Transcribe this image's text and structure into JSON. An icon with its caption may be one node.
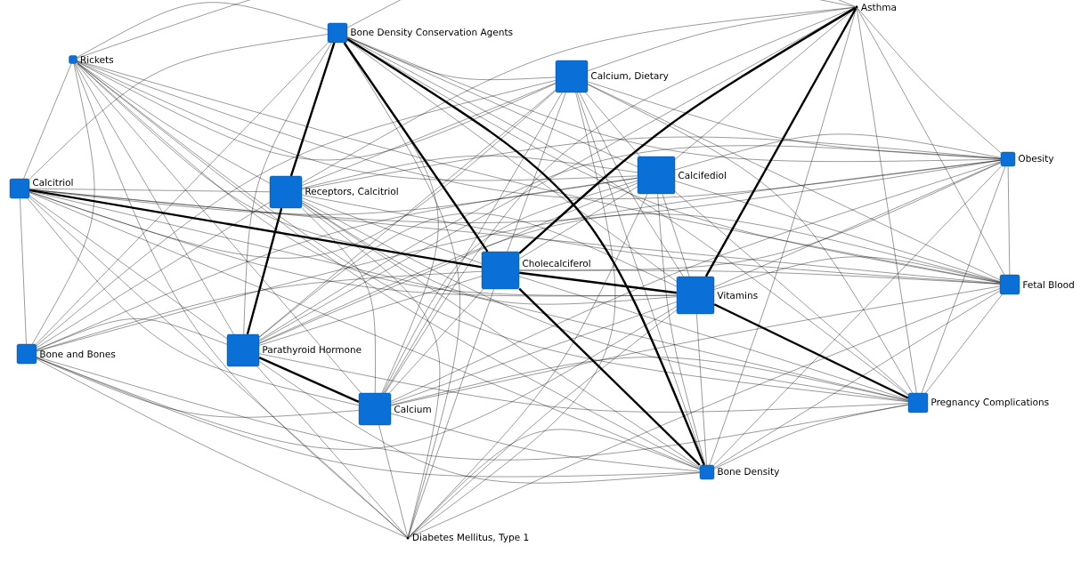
{
  "diagram": {
    "nodes": [
      {
        "text": [
          "Asthma"
        ]
      },
      {
        "text": [
          "Bone Density Conservation Agents"
        ]
      },
      {
        "text": [
          "Rickets"
        ]
      },
      {
        "text": [
          "Calcium, Dietary"
        ]
      },
      {
        "text": [
          "Obesity"
        ]
      },
      {
        "text": [
          "Calcifediol"
        ]
      },
      {
        "text": [
          "Calcitriol"
        ]
      },
      {
        "text": [
          "Receptors, Calcitriol"
        ]
      },
      {
        "text": [
          "Cholecalciferol"
        ]
      },
      {
        "text": [
          "Fetal Blood"
        ]
      },
      {
        "text": [
          "Vitamins"
        ]
      },
      {
        "text": [
          "Parathyroid Hormone"
        ]
      },
      {
        "text": [
          "Bone and Bones"
        ]
      },
      {
        "text": [
          "Pregnancy Complications"
        ]
      },
      {
        "text": [
          "Calcium"
        ]
      },
      {
        "text": [
          "Bone Density"
        ]
      },
      {
        "text": [
          "Diabetes Mellitus, Type 1"
        ]
      }
    ],
    "edges": [
      {
        "from": 0,
        "to": 1,
        "arrow": "none"
      },
      {
        "from": 0,
        "to": 2,
        "arrow": "none"
      },
      {
        "from": 0,
        "to": 3,
        "arrow": "none"
      },
      {
        "from": 0,
        "to": 4,
        "arrow": "none"
      },
      {
        "from": 0,
        "to": 5,
        "arrow": "none"
      },
      {
        "from": 0,
        "to": 7,
        "arrow": "none"
      },
      {
        "from": 0,
        "to": 8,
        "arrow": "none",
        "style": "thick"
      },
      {
        "from": 0,
        "to": 9,
        "arrow": "none"
      },
      {
        "from": 0,
        "to": 10,
        "arrow": "none",
        "style": "thick"
      },
      {
        "from": 0,
        "to": 11,
        "arrow": "none"
      },
      {
        "from": 0,
        "to": 13,
        "arrow": "none"
      },
      {
        "from": 0,
        "to": 14,
        "arrow": "none"
      },
      {
        "from": 0,
        "to": 15,
        "arrow": "none"
      },
      {
        "from": 1,
        "to": 2,
        "arrow": "none"
      },
      {
        "from": 1,
        "to": 3,
        "arrow": "none"
      },
      {
        "from": 1,
        "to": 4,
        "arrow": "none"
      },
      {
        "from": 1,
        "to": 5,
        "arrow": "none"
      },
      {
        "from": 1,
        "to": 6,
        "arrow": "none"
      },
      {
        "from": 1,
        "to": 7,
        "arrow": "none",
        "style": "thick"
      },
      {
        "from": 1,
        "to": 8,
        "arrow": "none",
        "style": "thick"
      },
      {
        "from": 1,
        "to": 9,
        "arrow": "none"
      },
      {
        "from": 1,
        "to": 10,
        "arrow": "none"
      },
      {
        "from": 1,
        "to": 11,
        "arrow": "none"
      },
      {
        "from": 1,
        "to": 12,
        "arrow": "none"
      },
      {
        "from": 1,
        "to": 13,
        "arrow": "none"
      },
      {
        "from": 1,
        "to": 14,
        "arrow": "none"
      },
      {
        "from": 1,
        "to": 15,
        "arrow": "none",
        "style": "thick"
      },
      {
        "from": 1,
        "to": 16,
        "arrow": "none"
      },
      {
        "from": 2,
        "to": 3,
        "arrow": "none"
      },
      {
        "from": 2,
        "to": 4,
        "arrow": "none"
      },
      {
        "from": 2,
        "to": 5,
        "arrow": "none"
      },
      {
        "from": 2,
        "to": 6,
        "arrow": "none"
      },
      {
        "from": 2,
        "to": 7,
        "arrow": "none"
      },
      {
        "from": 2,
        "to": 8,
        "arrow": "none"
      },
      {
        "from": 2,
        "to": 9,
        "arrow": "none"
      },
      {
        "from": 2,
        "to": 10,
        "arrow": "none"
      },
      {
        "from": 2,
        "to": 11,
        "arrow": "none"
      },
      {
        "from": 2,
        "to": 12,
        "arrow": "none"
      },
      {
        "from": 2,
        "to": 13,
        "arrow": "none"
      },
      {
        "from": 2,
        "to": 14,
        "arrow": "none"
      },
      {
        "from": 2,
        "to": 15,
        "arrow": "none"
      },
      {
        "from": 2,
        "to": 16,
        "arrow": "none"
      },
      {
        "from": 3,
        "to": 4,
        "arrow": "none"
      },
      {
        "from": 3,
        "to": 5,
        "arrow": "none"
      },
      {
        "from": 3,
        "to": 6,
        "arrow": "none"
      },
      {
        "from": 3,
        "to": 7,
        "arrow": "none"
      },
      {
        "from": 3,
        "to": 8,
        "arrow": "none"
      },
      {
        "from": 3,
        "to": 9,
        "arrow": "none"
      },
      {
        "from": 3,
        "to": 10,
        "arrow": "none"
      },
      {
        "from": 3,
        "to": 11,
        "arrow": "none"
      },
      {
        "from": 3,
        "to": 12,
        "arrow": "none"
      },
      {
        "from": 3,
        "to": 13,
        "arrow": "none"
      },
      {
        "from": 3,
        "to": 14,
        "arrow": "none"
      },
      {
        "from": 3,
        "to": 15,
        "arrow": "none"
      },
      {
        "from": 3,
        "to": 16,
        "arrow": "none"
      },
      {
        "from": 4,
        "to": 5,
        "arrow": "none"
      },
      {
        "from": 4,
        "to": 6,
        "arrow": "none"
      },
      {
        "from": 4,
        "to": 7,
        "arrow": "none"
      },
      {
        "from": 4,
        "to": 8,
        "arrow": "none"
      },
      {
        "from": 4,
        "to": 9,
        "arrow": "none"
      },
      {
        "from": 4,
        "to": 10,
        "arrow": "none"
      },
      {
        "from": 4,
        "to": 11,
        "arrow": "none"
      },
      {
        "from": 4,
        "to": 12,
        "arrow": "none"
      },
      {
        "from": 4,
        "to": 13,
        "arrow": "none"
      },
      {
        "from": 4,
        "to": 14,
        "arrow": "none"
      },
      {
        "from": 4,
        "to": 15,
        "arrow": "none"
      },
      {
        "from": 5,
        "to": 6,
        "arrow": "none"
      },
      {
        "from": 5,
        "to": 7,
        "arrow": "none"
      },
      {
        "from": 5,
        "to": 8,
        "arrow": "none"
      },
      {
        "from": 5,
        "to": 9,
        "arrow": "none"
      },
      {
        "from": 5,
        "to": 10,
        "arrow": "none"
      },
      {
        "from": 5,
        "to": 11,
        "arrow": "none"
      },
      {
        "from": 5,
        "to": 12,
        "arrow": "none"
      },
      {
        "from": 5,
        "to": 13,
        "arrow": "none"
      },
      {
        "from": 5,
        "to": 14,
        "arrow": "none"
      },
      {
        "from": 5,
        "to": 15,
        "arrow": "none"
      },
      {
        "from": 5,
        "to": 16,
        "arrow": "none"
      },
      {
        "from": 6,
        "to": 7,
        "arrow": "none"
      },
      {
        "from": 6,
        "to": 8,
        "arrow": "none",
        "style": "thick"
      },
      {
        "from": 6,
        "to": 9,
        "arrow": "none"
      },
      {
        "from": 6,
        "to": 10,
        "arrow": "none"
      },
      {
        "from": 6,
        "to": 11,
        "arrow": "none"
      },
      {
        "from": 6,
        "to": 12,
        "arrow": "none"
      },
      {
        "from": 6,
        "to": 13,
        "arrow": "none"
      },
      {
        "from": 6,
        "to": 14,
        "arrow": "none"
      },
      {
        "from": 6,
        "to": 15,
        "arrow": "none"
      },
      {
        "from": 6,
        "to": 16,
        "arrow": "none"
      },
      {
        "from": 7,
        "to": 8,
        "arrow": "none"
      },
      {
        "from": 7,
        "to": 9,
        "arrow": "none"
      },
      {
        "from": 7,
        "to": 10,
        "arrow": "none"
      },
      {
        "from": 7,
        "to": 11,
        "arrow": "none",
        "style": "thick"
      },
      {
        "from": 7,
        "to": 12,
        "arrow": "none"
      },
      {
        "from": 7,
        "to": 13,
        "arrow": "none"
      },
      {
        "from": 7,
        "to": 14,
        "arrow": "none"
      },
      {
        "from": 7,
        "to": 15,
        "arrow": "none"
      },
      {
        "from": 7,
        "to": 16,
        "arrow": "none"
      },
      {
        "from": 8,
        "to": 9,
        "arrow": "none"
      },
      {
        "from": 8,
        "to": 10,
        "arrow": "none",
        "style": "thick"
      },
      {
        "from": 8,
        "to": 11,
        "arrow": "none"
      },
      {
        "from": 8,
        "to": 12,
        "arrow": "none"
      },
      {
        "from": 8,
        "to": 13,
        "arrow": "none"
      },
      {
        "from": 8,
        "to": 14,
        "arrow": "none"
      },
      {
        "from": 8,
        "to": 15,
        "arrow": "none",
        "style": "thick"
      },
      {
        "from": 8,
        "to": 16,
        "arrow": "none"
      },
      {
        "from": 9,
        "to": 10,
        "arrow": "none"
      },
      {
        "from": 9,
        "to": 11,
        "arrow": "none"
      },
      {
        "from": 9,
        "to": 13,
        "arrow": "none"
      },
      {
        "from": 9,
        "to": 14,
        "arrow": "none"
      },
      {
        "from": 9,
        "to": 15,
        "arrow": "none"
      },
      {
        "from": 9,
        "to": 16,
        "arrow": "none"
      },
      {
        "from": 10,
        "to": 11,
        "arrow": "none"
      },
      {
        "from": 10,
        "to": 12,
        "arrow": "none"
      },
      {
        "from": 10,
        "to": 13,
        "arrow": "none",
        "style": "thick"
      },
      {
        "from": 10,
        "to": 14,
        "arrow": "none"
      },
      {
        "from": 10,
        "to": 15,
        "arrow": "none"
      },
      {
        "from": 10,
        "to": 16,
        "arrow": "none"
      },
      {
        "from": 11,
        "to": 12,
        "arrow": "none"
      },
      {
        "from": 11,
        "to": 13,
        "arrow": "none"
      },
      {
        "from": 11,
        "to": 14,
        "arrow": "none",
        "style": "thick"
      },
      {
        "from": 11,
        "to": 15,
        "arrow": "none"
      },
      {
        "from": 11,
        "to": 16,
        "arrow": "none"
      },
      {
        "from": 12,
        "to": 13,
        "arrow": "none"
      },
      {
        "from": 12,
        "to": 14,
        "arrow": "none"
      },
      {
        "from": 12,
        "to": 15,
        "arrow": "none"
      },
      {
        "from": 12,
        "to": 16,
        "arrow": "none"
      },
      {
        "from": 13,
        "to": 14,
        "arrow": "none"
      },
      {
        "from": 13,
        "to": 15,
        "arrow": "none"
      },
      {
        "from": 14,
        "to": 15,
        "arrow": "none"
      },
      {
        "from": 14,
        "to": 16,
        "arrow": "none"
      },
      {
        "from": 15,
        "to": 16,
        "arrow": "none"
      }
    ]
  }
}
